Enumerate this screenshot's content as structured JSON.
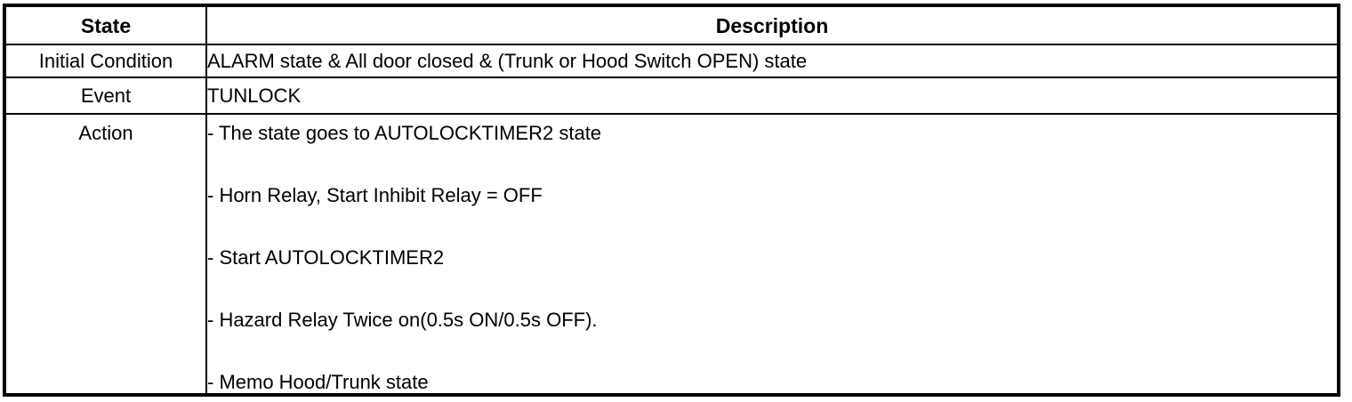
{
  "table": {
    "headers": {
      "state": "State",
      "description": "Description"
    },
    "rows": [
      {
        "label": "Initial Condition",
        "description": "ALARM state & All door closed & (Trunk or Hood Switch OPEN) state"
      },
      {
        "label": "Event",
        "description": "TUNLOCK"
      },
      {
        "label": "Action",
        "items": [
          "- The state goes to AUTOLOCKTIMER2 state",
          "- Horn Relay, Start Inhibit Relay = OFF",
          "- Start AUTOLOCKTIMER2",
          "- Hazard Relay Twice on(0.5s ON/0.5s OFF).",
          "- Memo Hood/Trunk state"
        ]
      }
    ]
  }
}
